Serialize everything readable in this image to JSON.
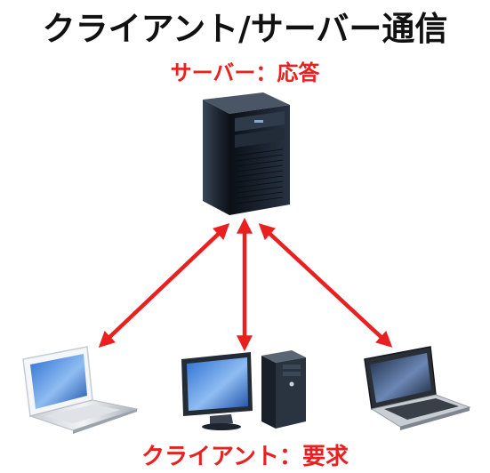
{
  "title": "クライアント/サーバー通信",
  "server": {
    "label": "サーバー：応答",
    "icon": "tower-server-icon"
  },
  "clients": {
    "label": "クライアント：要求",
    "devices": [
      {
        "icon": "white-laptop-icon"
      },
      {
        "icon": "desktop-computer-icon"
      },
      {
        "icon": "black-laptop-icon"
      }
    ]
  },
  "colors": {
    "title": "#111111",
    "label": "#e8201f",
    "arrow": "#e8201f"
  }
}
